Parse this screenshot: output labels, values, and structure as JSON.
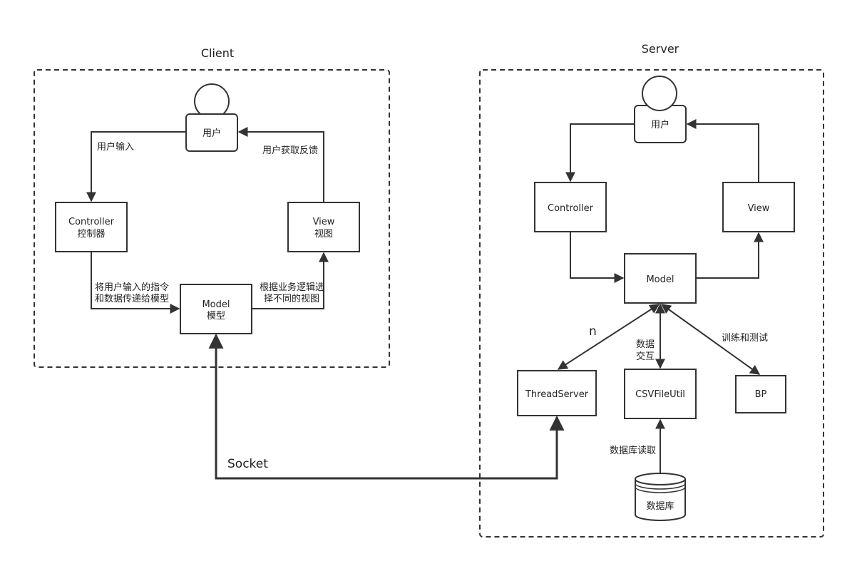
{
  "client": {
    "title": "Client",
    "user": "用户",
    "controller_line1": "Controller",
    "controller_line2": "控制器",
    "view_line1": "View",
    "view_line2": "视图",
    "model_line1": "Model",
    "model_line2": "模型",
    "edge_user_input": "用户输入",
    "edge_user_feedback": "用户获取反馈",
    "edge_to_model_line1": "将用户输入的指令",
    "edge_to_model_line2": "和数据传递给模型",
    "edge_to_view_line1": "根据业务逻辑选",
    "edge_to_view_line2": "择不同的视图"
  },
  "server": {
    "title": "Server",
    "user": "用户",
    "controller": "Controller",
    "view": "View",
    "model": "Model",
    "thread_server": "ThreadServer",
    "csv_file_util": "CSVFileUtil",
    "bp": "BP",
    "database": "数据库",
    "edge_n": "n",
    "edge_data_exchange_line1": "数据",
    "edge_data_exchange_line2": "交互",
    "edge_train_test": "训练和测试",
    "edge_db_read": "数据库读取"
  },
  "connection": {
    "socket": "Socket"
  }
}
